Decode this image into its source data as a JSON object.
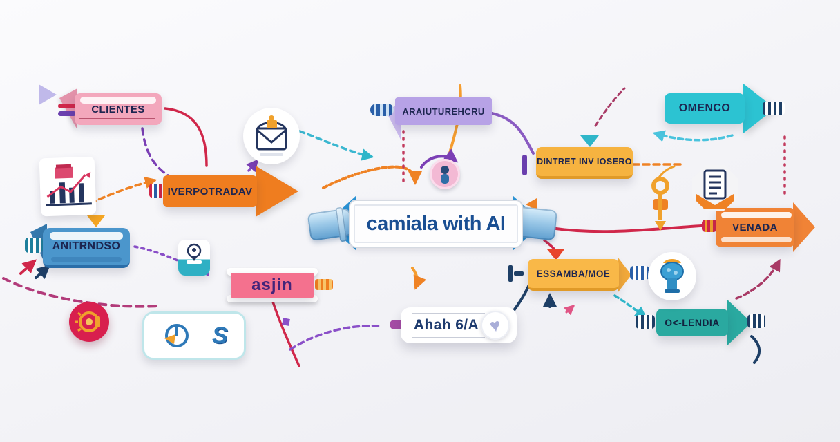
{
  "diagram": {
    "title": "camiala with AI",
    "center": {
      "label": "camiala with AI"
    },
    "nodes": [
      {
        "id": "clientes",
        "label": "CLIENTES",
        "color": "#f3a7bc"
      },
      {
        "id": "iverpotradav",
        "label": "IVERPOTRADAV",
        "color": "#ef7d1f"
      },
      {
        "id": "anitrndso",
        "label": "ANITRNDSO",
        "color": "#4b96cc"
      },
      {
        "id": "araiuturehcru",
        "label": "ARAIUTUREHCRU",
        "color": "#b7a2e6"
      },
      {
        "id": "dintret-inv-iosero",
        "label": "DINTRET INV IOSERO",
        "color": "#f6b340"
      },
      {
        "id": "omenco",
        "label": "OMENCO",
        "color": "#2cc3d2"
      },
      {
        "id": "venada",
        "label": "VENADA",
        "color": "#f08336"
      },
      {
        "id": "essamba-moe",
        "label": "ESSAMBA/MOE",
        "color": "#f9b848"
      },
      {
        "id": "o-lendia",
        "label": "O<-LENDIA",
        "color": "#2aa9a0"
      },
      {
        "id": "asjin",
        "label": "asjin",
        "color": "#f4718e"
      },
      {
        "id": "ahah-6a",
        "label": "Ahah 6/A",
        "color": "#ffffff"
      }
    ],
    "icons": {
      "heart_glyph": "♥",
      "dollar_glyph": "S",
      "names": [
        "bar-chart-icon",
        "envelope-icon",
        "person-badge-icon",
        "presenter-icon",
        "key-icon",
        "document-badge-icon",
        "trophy-icon",
        "coin-badge-icon",
        "pie-chart-icon",
        "dollar-s-icon",
        "heart-icon",
        "lavender-triangle-icon"
      ]
    },
    "colors": {
      "background": "#f6f6f8",
      "center_text": "#1a4f93",
      "label_text": "#1c2550",
      "arrow_blue": "#2a93d5",
      "purple": "#7b3fb5",
      "red": "#d0274a",
      "orange": "#ef8224",
      "amber": "#f6b340",
      "teal": "#2fb6c9",
      "cyan": "#49c3dd",
      "navy": "#1e3f66",
      "magenta": "#b23b7a",
      "maroon": "#a93a66"
    }
  }
}
